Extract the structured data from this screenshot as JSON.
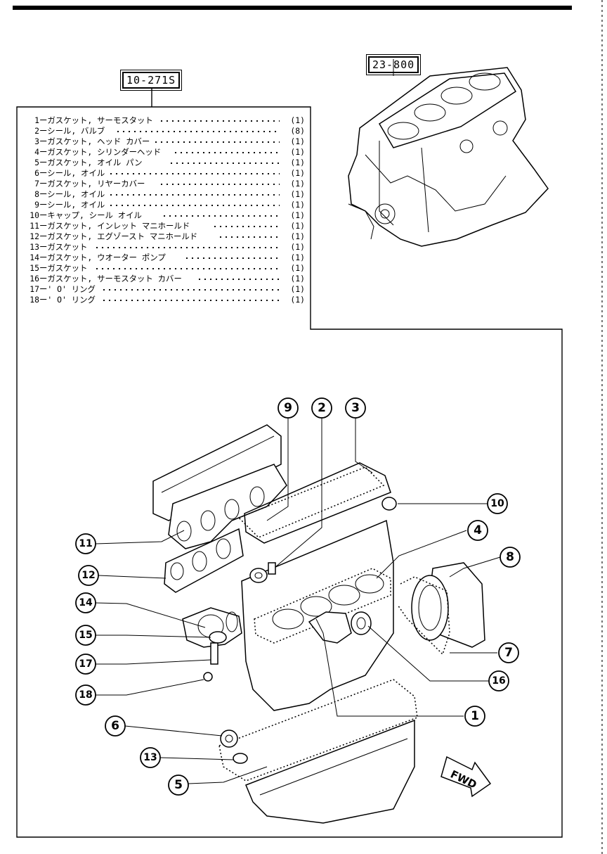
{
  "refs": {
    "kit_part_no": "10-271S",
    "block_part_no": "23-800"
  },
  "parts": [
    {
      "no": "1",
      "name": "ガスケット, サーモスタット",
      "qty": "(1)"
    },
    {
      "no": "2",
      "name": "シール, バルブ",
      "qty": "(8)"
    },
    {
      "no": "3",
      "name": "ガスケット, ヘッド カバー",
      "qty": "(1)"
    },
    {
      "no": "4",
      "name": "ガスケット, シリンダーヘッド",
      "qty": "(1)"
    },
    {
      "no": "5",
      "name": "ガスケット, オイル パン",
      "qty": "(1)"
    },
    {
      "no": "6",
      "name": "シール, オイル",
      "qty": "(1)"
    },
    {
      "no": "7",
      "name": "ガスケット, リヤーカバー",
      "qty": "(1)"
    },
    {
      "no": "8",
      "name": "シール, オイル",
      "qty": "(1)"
    },
    {
      "no": "9",
      "name": "シール, オイル",
      "qty": "(1)"
    },
    {
      "no": "10",
      "name": "キャップ, シール オイル",
      "qty": "(1)"
    },
    {
      "no": "11",
      "name": "ガスケット, インレット マニホールド",
      "qty": "(1)"
    },
    {
      "no": "12",
      "name": "ガスケット, エグゾースト マニホールド",
      "qty": "(1)"
    },
    {
      "no": "13",
      "name": "ガスケット",
      "qty": "(1)"
    },
    {
      "no": "14",
      "name": "ガスケット, ウオーター ポンプ",
      "qty": "(1)"
    },
    {
      "no": "15",
      "name": "ガスケット",
      "qty": "(1)"
    },
    {
      "no": "16",
      "name": "ガスケット, サーモスタット カバー",
      "qty": "(1)"
    },
    {
      "no": "17",
      "name": "' O' リング",
      "qty": "(1)"
    },
    {
      "no": "18",
      "name": "' O' リング",
      "qty": "(1)"
    }
  ],
  "callouts": [
    "1",
    "2",
    "3",
    "4",
    "5",
    "6",
    "7",
    "8",
    "9",
    "10",
    "11",
    "12",
    "13",
    "14",
    "15",
    "16",
    "17",
    "18"
  ],
  "direction_label": "FWD"
}
